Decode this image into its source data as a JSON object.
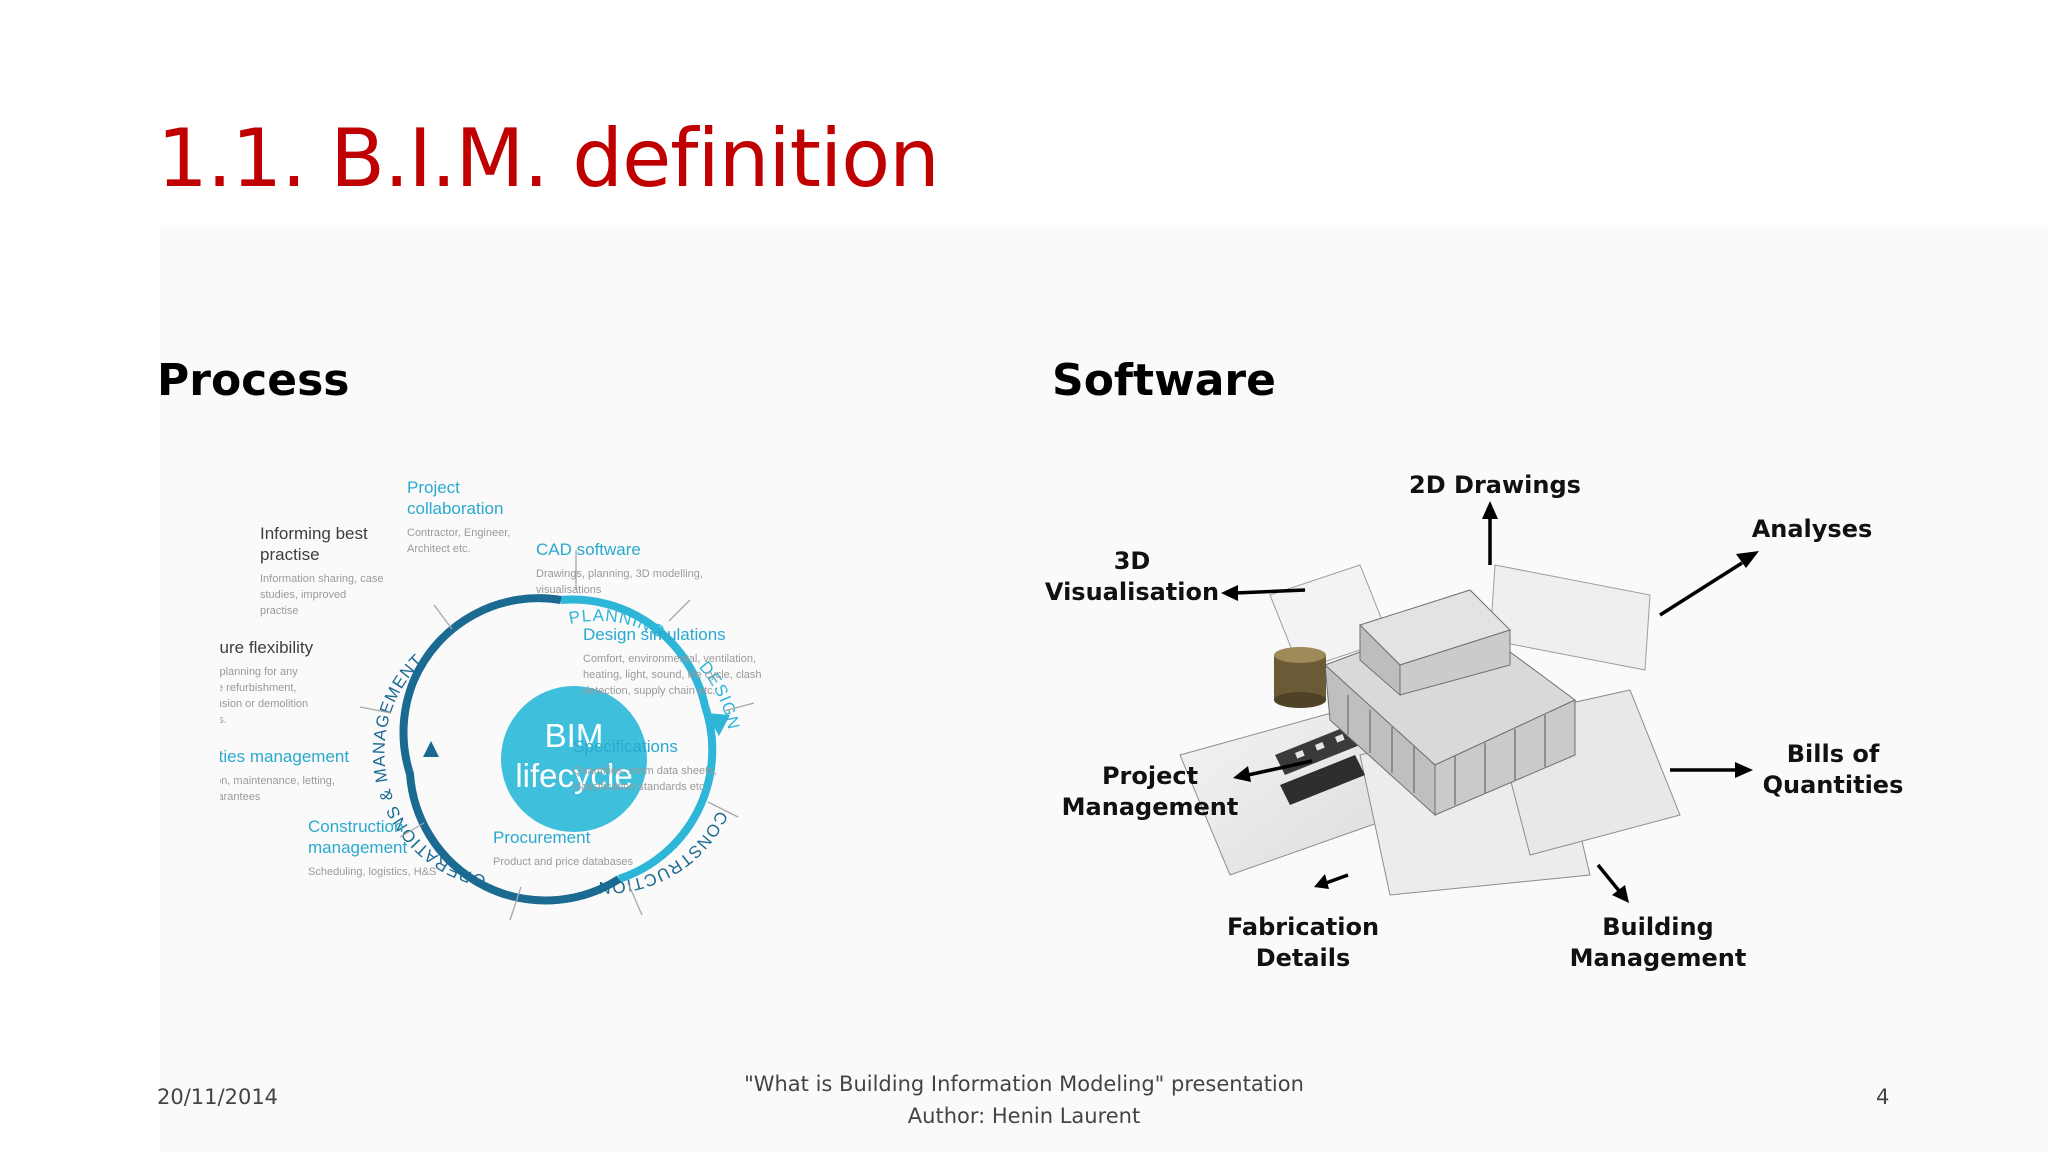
{
  "slide": {
    "title": "1.1. B.I.M. definition",
    "accent_color": "#c00000"
  },
  "process": {
    "heading": "Process",
    "hub": {
      "line1": "BIM",
      "line2": "lifecycle",
      "color": "#3ec0dd"
    },
    "ring_labels": {
      "planning": "PLANNING",
      "design": "DESIGN",
      "construction": "CONSTRUCTION",
      "operations_management": "OPERATIONS & MANAGEMENT"
    },
    "ring_colors": {
      "light": "#2eb6d8",
      "dark": "#1b6a92"
    },
    "callouts": [
      {
        "title_lines": [
          "Project",
          "collaboration"
        ],
        "desc_lines": [
          "Contractor, Engineer,",
          "Architect etc."
        ]
      },
      {
        "title_lines": [
          "CAD software"
        ],
        "desc_lines": [
          "Drawings, planning, 3D modelling,",
          "visualisations"
        ]
      },
      {
        "title_lines": [
          "Design simulations"
        ],
        "desc_lines": [
          "Comfort, environmental, ventilation,",
          "heating, light, sound, life cycle, clash",
          "detection, supply chain etc."
        ]
      },
      {
        "title_lines": [
          "Specifications"
        ],
        "desc_lines": [
          "Quantities, room data sheets,",
          "classification standards etc."
        ]
      },
      {
        "title_lines": [
          "Procurement"
        ],
        "desc_lines": [
          "Product and price databases"
        ]
      },
      {
        "title_lines": [
          "Construction",
          "management"
        ],
        "desc_lines": [
          "Scheduling, logistics, H&S"
        ]
      },
      {
        "title_lines": [
          "Facilities management"
        ],
        "desc_lines": [
          "Operation, maintenance, letting,",
          "sale, guarantees"
        ]
      },
      {
        "title_lines": [
          "Future flexibility"
        ],
        "desc_lines": [
          "Aids planning for any",
          "future refurbishment,",
          "extension or demolition",
          "works."
        ]
      },
      {
        "title_lines": [
          "Informing best",
          "practise"
        ],
        "desc_lines": [
          "Information sharing, case",
          "studies, improved",
          "practise"
        ]
      }
    ]
  },
  "software": {
    "heading": "Software",
    "labels": {
      "drawings_2d": "2D Drawings",
      "analyses": "Analyses",
      "visualisation_3d": [
        "3D",
        "Visualisation"
      ],
      "bills_of_quantities": [
        "Bills of",
        "Quantities"
      ],
      "project_management": [
        "Project",
        "Management"
      ],
      "fabrication_details": [
        "Fabrication",
        "Details"
      ],
      "building_management": [
        "Building",
        "Management"
      ]
    }
  },
  "footer": {
    "date": "20/11/2014",
    "center_line1": "\"What is Building Information Modeling\" presentation",
    "center_line2": "Author: Henin Laurent",
    "page_number": "4"
  }
}
